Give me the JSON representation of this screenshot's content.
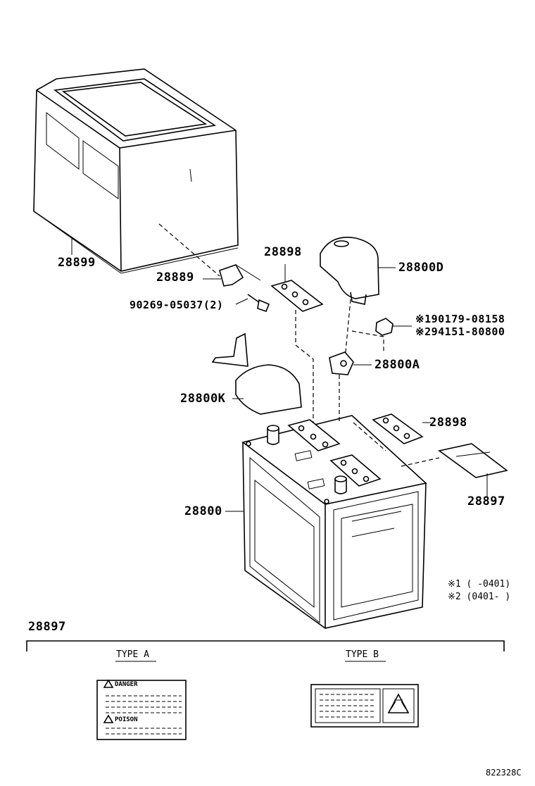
{
  "part_labels": {
    "p28899": "28899",
    "p28889": "28889",
    "p90269": "90269-05037(2)",
    "p28898_top": "28898",
    "p28800D": "28800D",
    "p90179": "※190179-08158",
    "p94151": "※294151-80800",
    "p28800A": "28800A",
    "p28800K": "28800K",
    "p28898_mid": "28898",
    "p28800": "28800",
    "p28897": "28897"
  },
  "notes": {
    "note1": "※1 (      -0401)",
    "note2": "※2 (0401-      )"
  },
  "legend": {
    "heading": "28897",
    "type_a": "TYPE A",
    "type_b": "TYPE B",
    "danger": "DANGER",
    "poison": "POISON"
  },
  "drawing_number": "822328C"
}
